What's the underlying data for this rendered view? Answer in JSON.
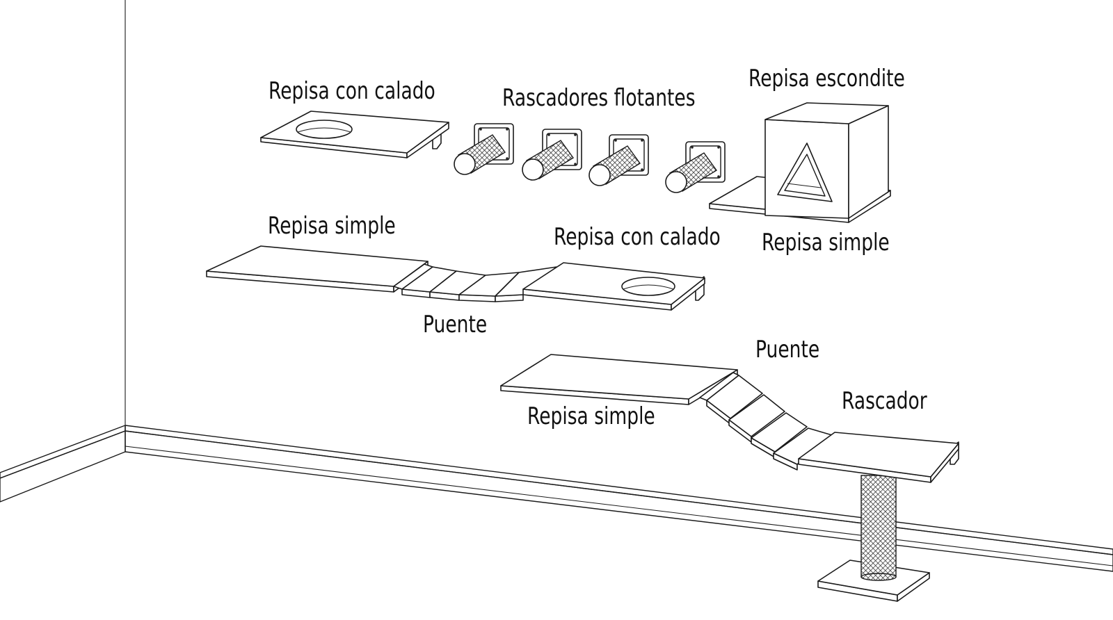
{
  "labels": {
    "repisa_con_calado_1": "Repisa con calado",
    "rascadores_flotantes": "Rascadores flotantes",
    "repisa_escondite": "Repisa escondite",
    "repisa_simple_1": "Repisa simple",
    "repisa_con_calado_2": "Repisa con calado",
    "repisa_simple_2": "Repisa simple",
    "puente_1": "Puente",
    "puente_2": "Puente",
    "rascador": "Rascador",
    "repisa_simple_3": "Repisa simple"
  },
  "colors": {
    "line": "#1a1a1a",
    "fill": "#ffffff",
    "texture": "#222222"
  }
}
